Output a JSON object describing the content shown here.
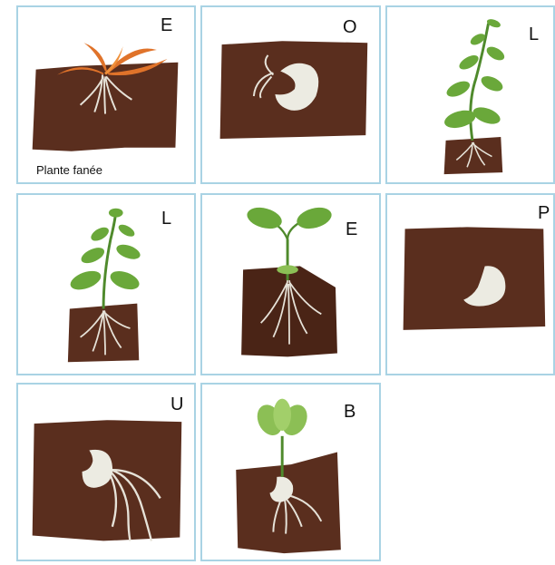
{
  "cards": [
    {
      "letter": "E",
      "caption": "Plante fanée"
    },
    {
      "letter": "O"
    },
    {
      "letter": "L"
    },
    {
      "letter": "L"
    },
    {
      "letter": "E"
    },
    {
      "letter": "P"
    },
    {
      "letter": "U"
    },
    {
      "letter": "B"
    }
  ],
  "colors": {
    "border": "#a9d3e4",
    "soil": "#5a2e1e",
    "seed": "#ecebe2",
    "leaf": "#6aa83a",
    "wilted": "#e0732a"
  }
}
